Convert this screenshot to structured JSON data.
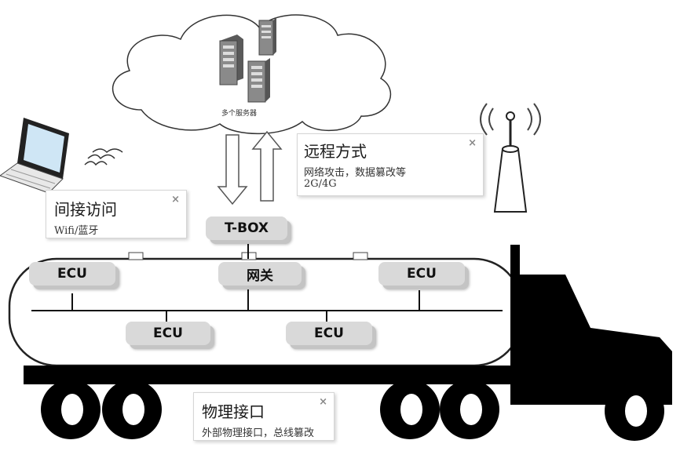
{
  "cloud": {
    "label": "多个服务器"
  },
  "nodes": {
    "tbox": "T-BOX",
    "gateway": "网关",
    "ecu_left": "ECU",
    "ecu_right": "ECU",
    "ecu_bottom_left": "ECU",
    "ecu_bottom_right": "ECU"
  },
  "callouts": {
    "remote": {
      "title": "远程方式",
      "lines": [
        "网络攻击，数据篡改等",
        "2G/4G"
      ]
    },
    "indirect": {
      "title": "间接访问",
      "lines": [
        "Wifi/蓝牙"
      ]
    },
    "physical": {
      "title": "物理接口",
      "lines": [
        "外部物理接口，总线篡改"
      ]
    },
    "close_glyph": "×"
  },
  "icons": [
    "server-icon",
    "laptop-icon",
    "wifi-waves-icon",
    "antenna-tower-icon",
    "truck-icon",
    "cloud-icon",
    "arrow-down-icon",
    "arrow-up-icon"
  ]
}
